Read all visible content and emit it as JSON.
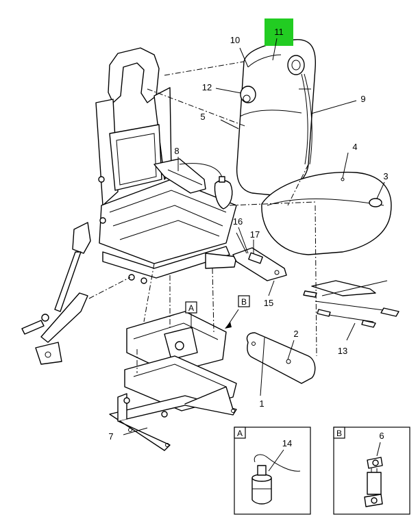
{
  "callouts": {
    "c1": "1",
    "c2": "2",
    "c3": "3",
    "c4": "4",
    "c5": "5",
    "c6": "6",
    "c7": "7",
    "c8": "8",
    "c9": "9",
    "c10": "10",
    "c11": "11",
    "c12": "12",
    "c13": "13",
    "c14": "14",
    "c15": "15",
    "c16": "16",
    "c17": "17"
  },
  "view_markers": {
    "a": "A",
    "b": "B"
  },
  "insets": {
    "a_label": "A",
    "b_label": "B"
  },
  "colors": {
    "highlight": "#22cc22",
    "line": "#000000",
    "background": "#ffffff"
  }
}
